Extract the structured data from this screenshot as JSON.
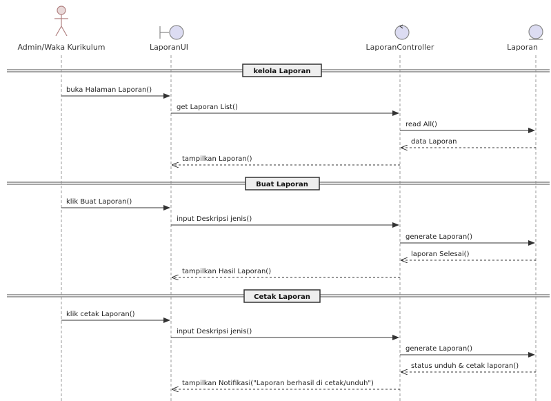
{
  "participants": [
    {
      "name": "Admin/Waka Kurikulum",
      "kind": "actor"
    },
    {
      "name": "LaporanUI",
      "kind": "boundary"
    },
    {
      "name": "LaporanController",
      "kind": "control"
    },
    {
      "name": "Laporan",
      "kind": "entity"
    }
  ],
  "fragments": [
    {
      "title": "kelola Laporan",
      "messages": [
        {
          "from": 0,
          "to": 1,
          "text": "buka Halaman Laporan()",
          "kind": "call"
        },
        {
          "from": 1,
          "to": 2,
          "text": "get Laporan List()",
          "kind": "call"
        },
        {
          "from": 2,
          "to": 3,
          "text": "read All()",
          "kind": "call"
        },
        {
          "from": 3,
          "to": 2,
          "text": "data Laporan",
          "kind": "return"
        },
        {
          "from": 2,
          "to": 1,
          "text": "tampilkan Laporan()",
          "kind": "return"
        }
      ]
    },
    {
      "title": "Buat Laporan",
      "messages": [
        {
          "from": 0,
          "to": 1,
          "text": "klik Buat Laporan()",
          "kind": "call"
        },
        {
          "from": 1,
          "to": 2,
          "text": "input Deskripsi jenis()",
          "kind": "call"
        },
        {
          "from": 2,
          "to": 3,
          "text": "generate Laporan()",
          "kind": "call"
        },
        {
          "from": 3,
          "to": 2,
          "text": "laporan Selesai()",
          "kind": "return"
        },
        {
          "from": 2,
          "to": 1,
          "text": "tampilkan Hasil Laporan()",
          "kind": "return"
        }
      ]
    },
    {
      "title": "Cetak Laporan",
      "messages": [
        {
          "from": 0,
          "to": 1,
          "text": "klik cetak Laporan()",
          "kind": "call"
        },
        {
          "from": 1,
          "to": 2,
          "text": "input Deskripsi jenis()",
          "kind": "call"
        },
        {
          "from": 2,
          "to": 3,
          "text": "generate Laporan()",
          "kind": "call"
        },
        {
          "from": 3,
          "to": 2,
          "text": "status unduh & cetak laporan()",
          "kind": "return"
        },
        {
          "from": 2,
          "to": 1,
          "text": "tampilkan Notifikasi(\"Laporan berhasil di cetak/unduh\")",
          "kind": "return"
        }
      ]
    }
  ]
}
